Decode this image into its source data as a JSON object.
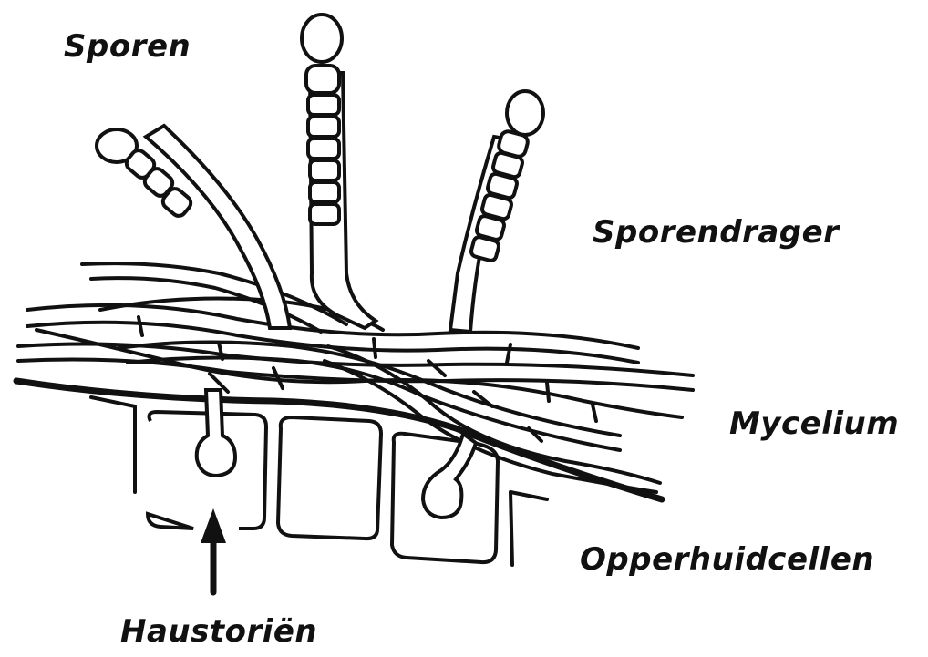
{
  "labels": {
    "sporen": "Sporen",
    "sporendrager": "Sporendrager",
    "mycelium": "Mycelium",
    "opperhuidcellen": "Opperhuidcellen",
    "haustorien": "Haustoriën"
  },
  "colors": {
    "ink": "#111111",
    "background": "#ffffff"
  }
}
